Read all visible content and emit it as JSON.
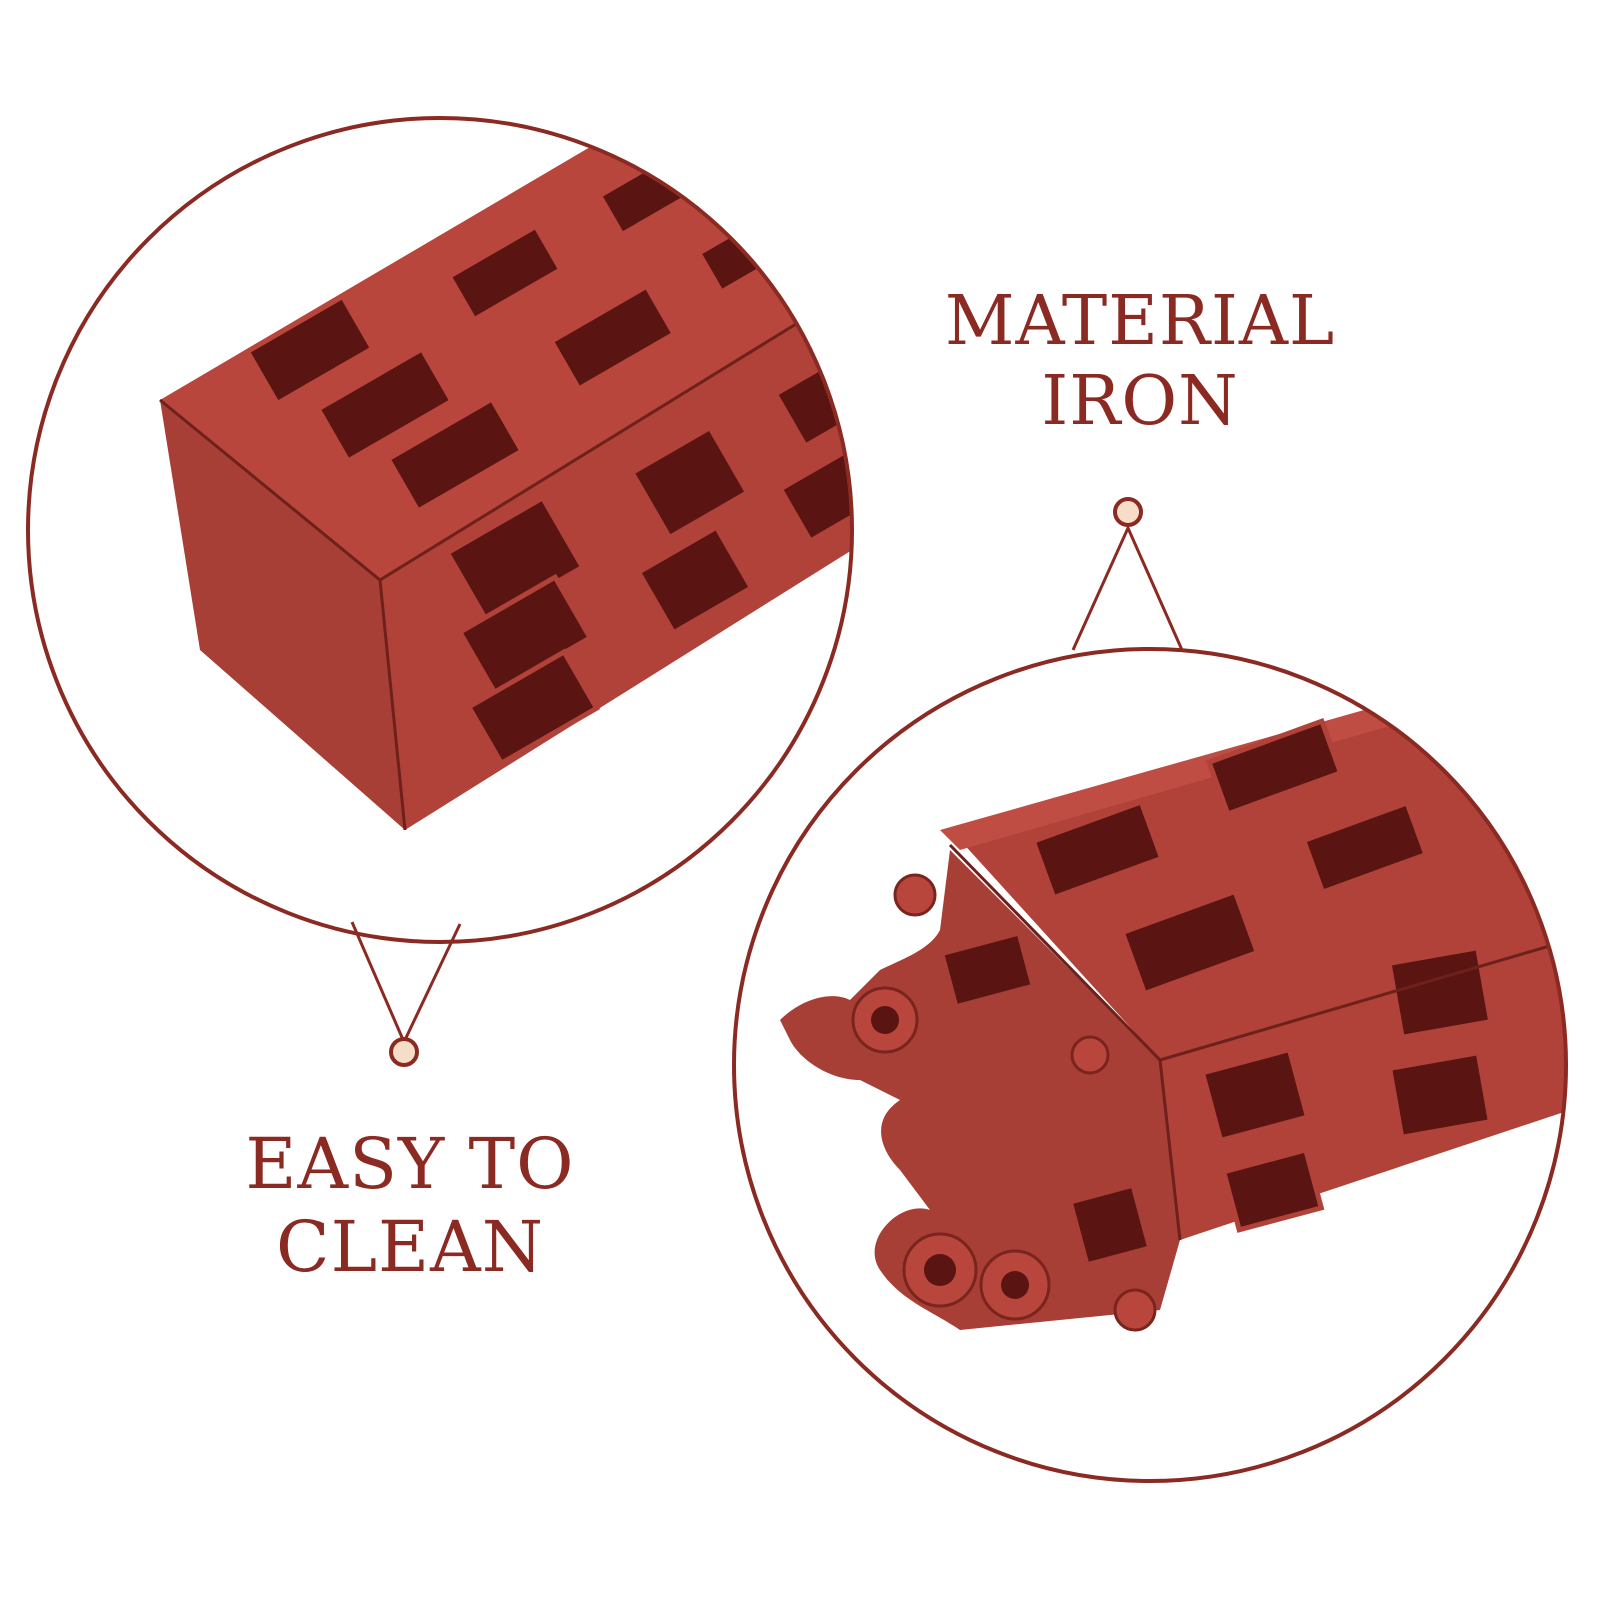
{
  "captions": {
    "material": {
      "line1": "MATERIAL",
      "line2": "IRON"
    },
    "clean": {
      "line1": "EASY TO",
      "line2": "CLEAN"
    }
  },
  "colors": {
    "background": "#ffffff",
    "accent": "#8b2a22",
    "product_red": "#b8463c",
    "product_shade": "#9c3a32",
    "window_cutout": "#5a1512",
    "dot_fill": "#f6ddc8"
  }
}
